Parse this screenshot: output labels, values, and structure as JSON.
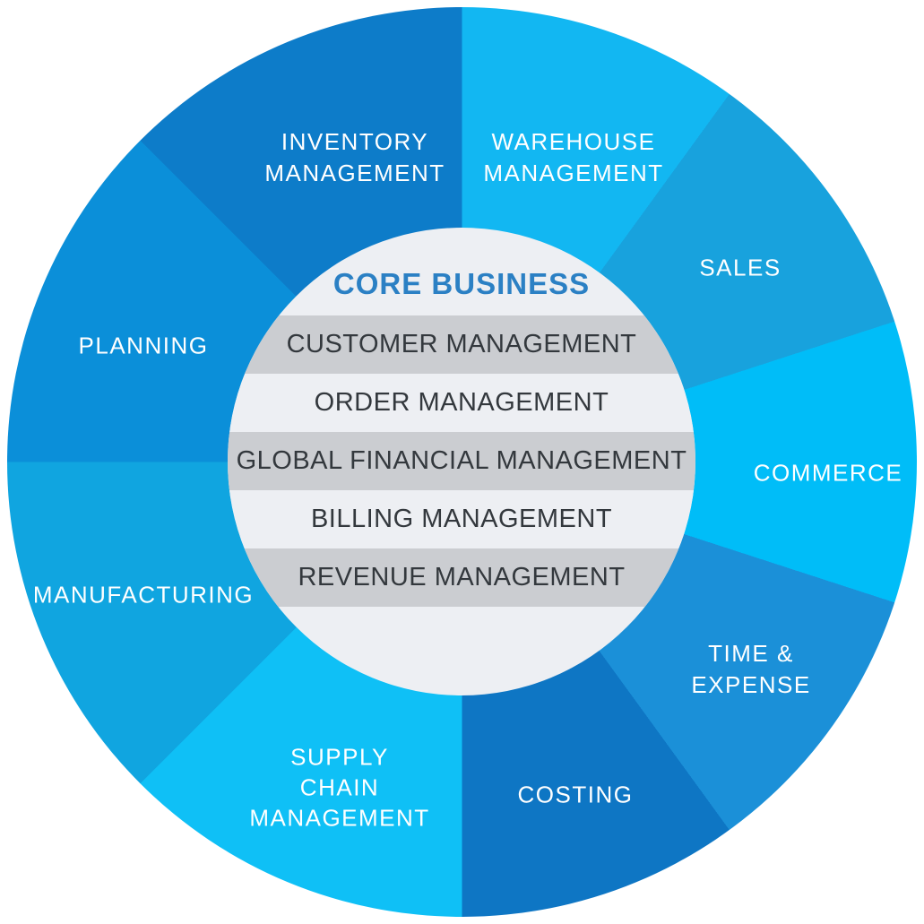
{
  "diagram": {
    "title": "CORE BUSINESS",
    "background_color": "#ffffff",
    "core": {
      "title": "CORE BUSINESS",
      "title_color": "#2b80c4",
      "circle_color": "#edeff3",
      "band_gray": "#cbcdd1",
      "band_light": "#edeff3",
      "text_color": "#33383d",
      "rows": [
        {
          "label": "CUSTOMER MANAGEMENT",
          "shade": "gray"
        },
        {
          "label": "ORDER MANAGEMENT",
          "shade": "light"
        },
        {
          "label": "GLOBAL FINANCIAL MANAGEMENT",
          "shade": "gray"
        },
        {
          "label": "BILLING MANAGEMENT",
          "shade": "light"
        },
        {
          "label": "REVENUE MANAGEMENT",
          "shade": "gray"
        }
      ]
    },
    "segments": [
      {
        "name": "warehouse-management",
        "label": "WAREHOUSE\nMANAGEMENT",
        "color": "#12b7f2",
        "start_deg": 0,
        "end_deg": 36
      },
      {
        "name": "sales",
        "label": "SALES",
        "color": "#18a2dd",
        "start_deg": 36,
        "end_deg": 72
      },
      {
        "name": "commerce",
        "label": "COMMERCE",
        "color": "#00bdf8",
        "start_deg": 72,
        "end_deg": 108
      },
      {
        "name": "time-and-expense",
        "label": "TIME &\nEXPENSE",
        "color": "#1b90d8",
        "start_deg": 108,
        "end_deg": 144
      },
      {
        "name": "costing",
        "label": "COSTING",
        "color": "#0e76c4",
        "start_deg": 144,
        "end_deg": 180
      },
      {
        "name": "supply-chain-management",
        "label": "SUPPLY\nCHAIN\nMANAGEMENT",
        "color": "#0fc0f6",
        "start_deg": 180,
        "end_deg": 225
      },
      {
        "name": "manufacturing",
        "label": "MANUFACTURING",
        "color": "#10a5e0",
        "start_deg": 225,
        "end_deg": 270
      },
      {
        "name": "planning",
        "label": "PLANNING",
        "color": "#0b8fd9",
        "start_deg": 270,
        "end_deg": 315
      },
      {
        "name": "inventory-management",
        "label": "INVENTORY\nMANAGEMENT",
        "color": "#0d7cc9",
        "start_deg": 315,
        "end_deg": 360
      }
    ],
    "label_text_color": "#ffffff"
  }
}
